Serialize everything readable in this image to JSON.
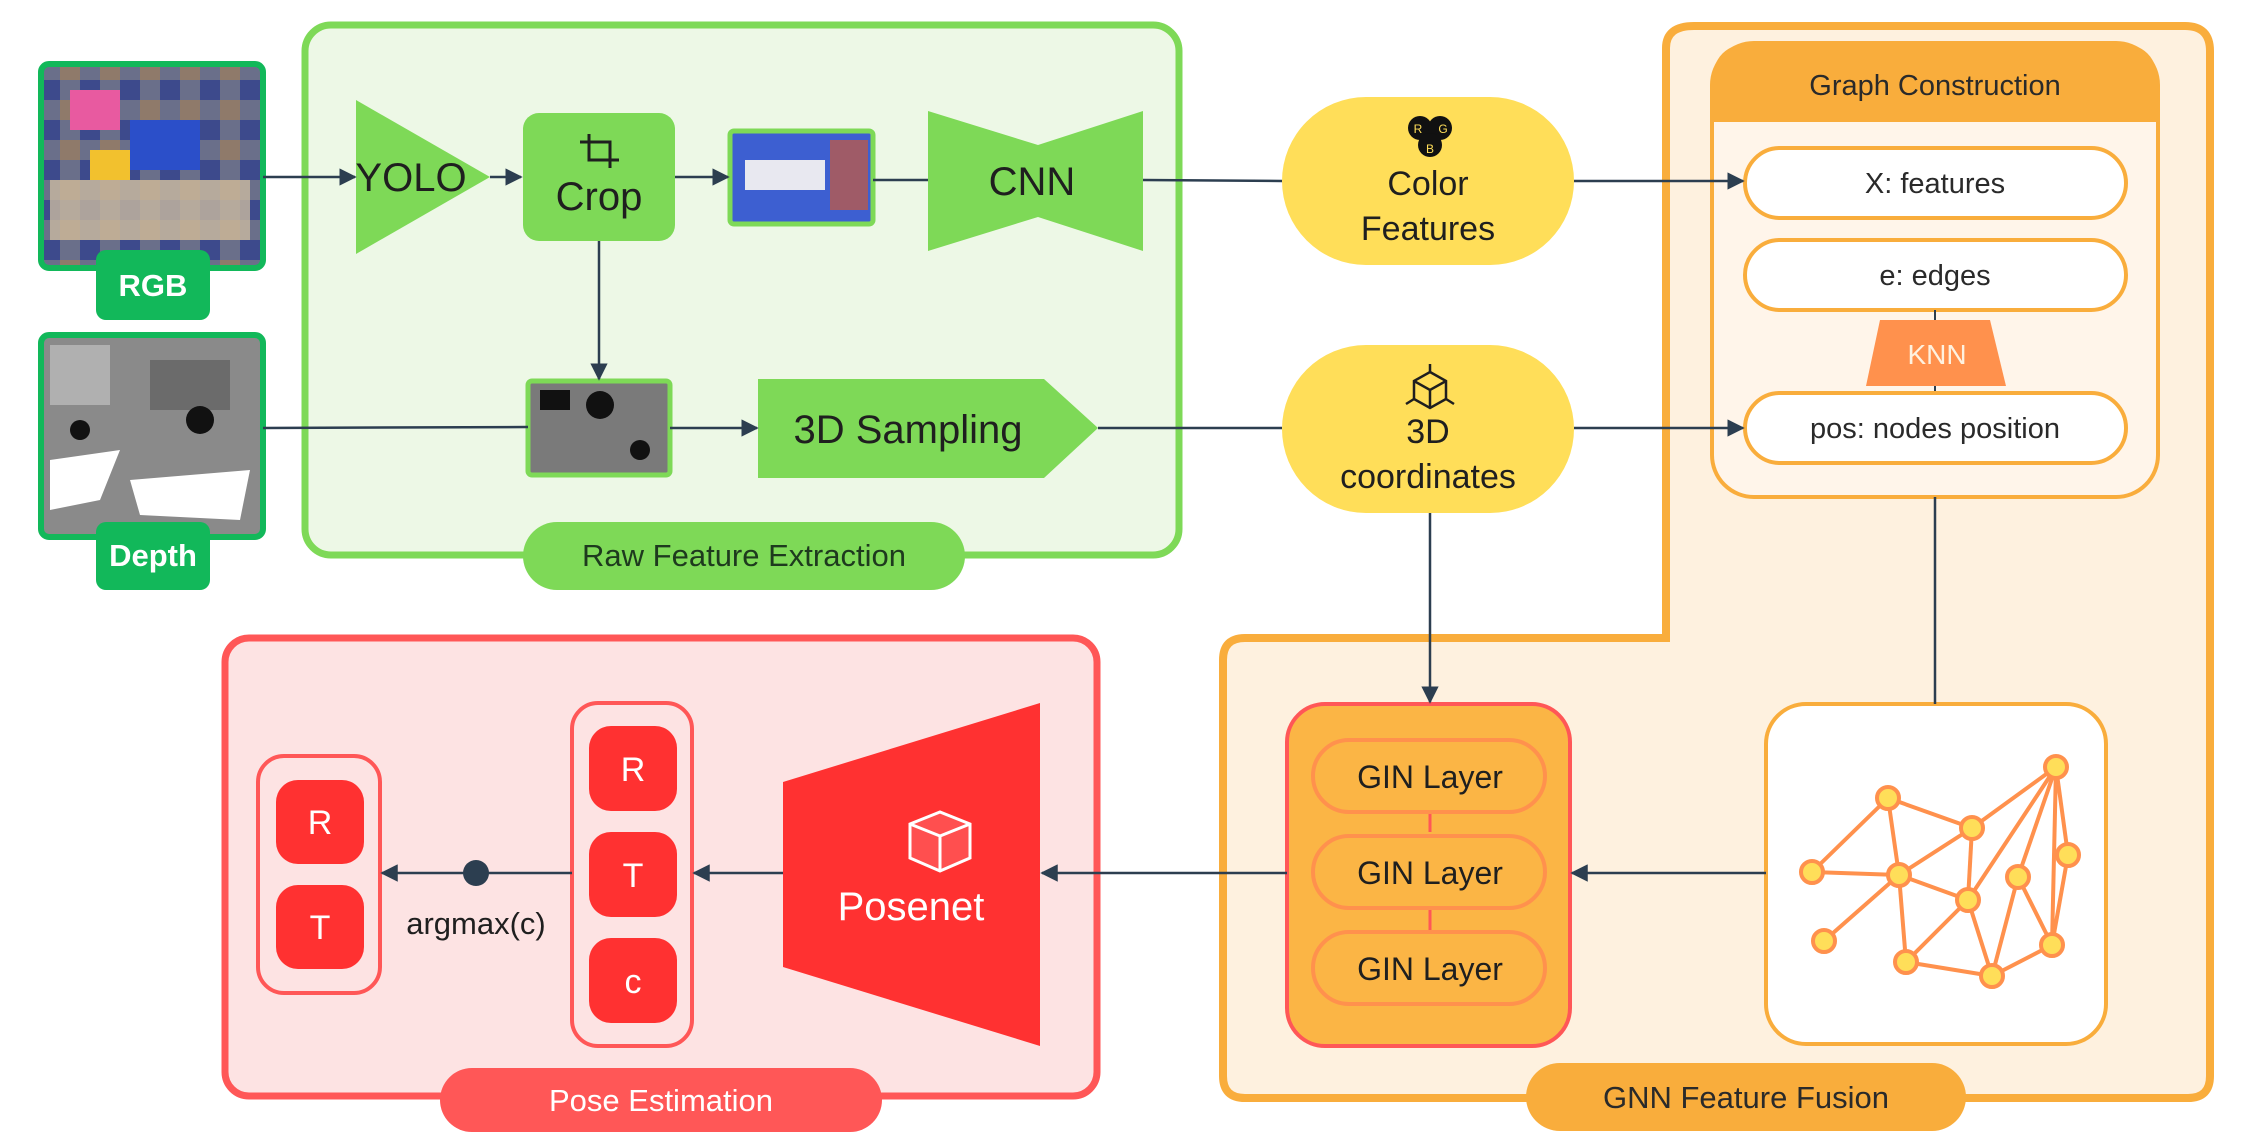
{
  "inputs": {
    "rgb_label": "RGB",
    "depth_label": "Depth"
  },
  "raw_feature_extraction": {
    "section_label": "Raw Feature Extraction",
    "yolo_label": "YOLO",
    "crop_label": "Crop",
    "cnn_label": "CNN",
    "sampling_label": "3D Sampling"
  },
  "features": {
    "color_line1": "Color",
    "color_line2": "Features",
    "coords_line1": "3D",
    "coords_line2": "coordinates",
    "rgb_icon_letters": [
      "R",
      "G",
      "B"
    ]
  },
  "graph_construction": {
    "title": "Graph Construction",
    "x_features": "X: features",
    "e_edges": "e: edges",
    "knn": "KNN",
    "pos_nodes": "pos: nodes position"
  },
  "gnn": {
    "section_label": "GNN Feature Fusion",
    "gin_layers": [
      "GIN Layer",
      "GIN Layer",
      "GIN Layer"
    ]
  },
  "pose_estimation": {
    "section_label": "Pose Estimation",
    "posenet_label": "Posenet",
    "posenet_outputs": [
      "R",
      "T",
      "c"
    ],
    "argmax_label": "argmax(c)",
    "final_outputs": [
      "R",
      "T"
    ]
  },
  "colors": {
    "green_border": "#7ed957",
    "green_fill": "#edf8e6",
    "green_block": "#7ed957",
    "green_dark": "#12b85a",
    "yellow": "#ffde59",
    "orange_border": "#f9ad3c",
    "orange_fill": "#fef1df",
    "orange_dark": "#ff914d",
    "red_border": "#ff5757",
    "red_fill": "#fde3e3",
    "red_block": "#ff3131",
    "arrow": "#2c3e50"
  },
  "icons": [
    "crop-icon",
    "rgb-circles-icon",
    "cube-axes-icon",
    "cube-icon",
    "graph-icon"
  ]
}
